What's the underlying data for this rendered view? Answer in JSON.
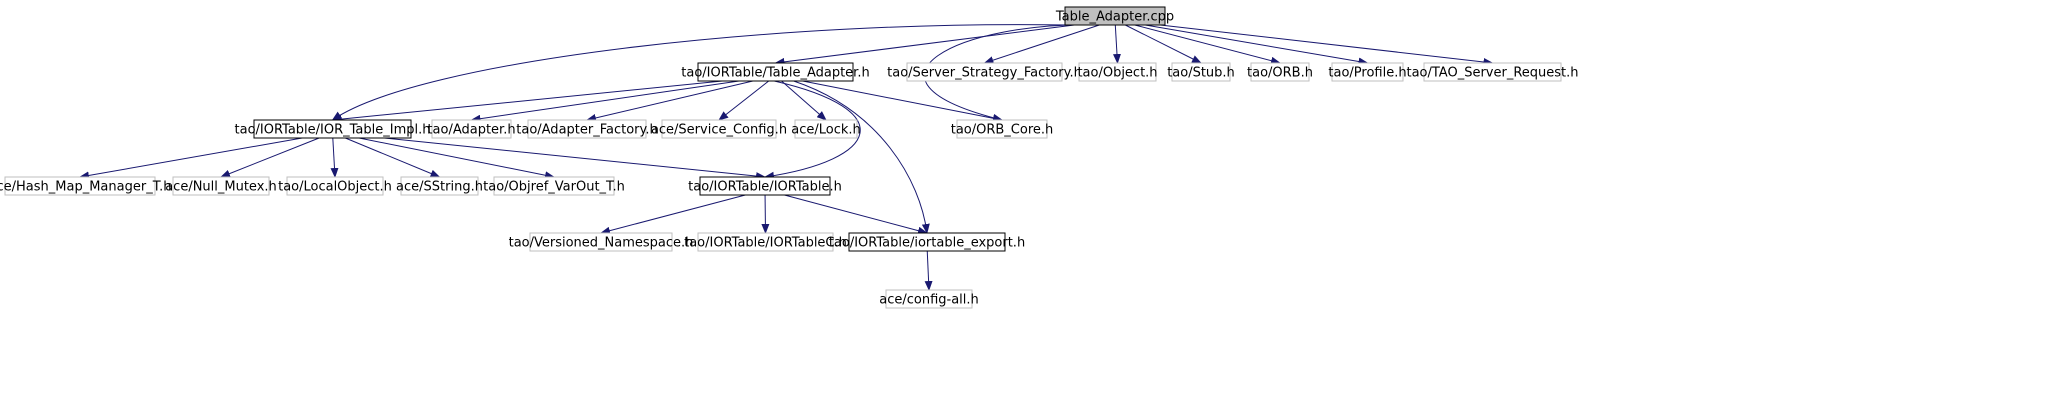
{
  "colors": {
    "root_fill": "#bfbfbf",
    "documented_border": "#000000",
    "external_border": "#bfbfbf",
    "node_fill": "#ffffff",
    "edge": "#191970"
  },
  "nodes": [
    {
      "id": "table_adapter_cpp",
      "label": "Table_Adapter.cpp",
      "kind": "root"
    },
    {
      "id": "table_adapter_h",
      "label": "tao/IORTable/Table_Adapter.h",
      "kind": "documented"
    },
    {
      "id": "server_strategy_factory_h",
      "label": "tao/Server_Strategy_Factory.h",
      "kind": "external"
    },
    {
      "id": "object_h",
      "label": "tao/Object.h",
      "kind": "external"
    },
    {
      "id": "stub_h",
      "label": "tao/Stub.h",
      "kind": "external"
    },
    {
      "id": "orb_h",
      "label": "tao/ORB.h",
      "kind": "external"
    },
    {
      "id": "profile_h",
      "label": "tao/Profile.h",
      "kind": "external"
    },
    {
      "id": "tao_server_request_h",
      "label": "tao/TAO_Server_Request.h",
      "kind": "external"
    },
    {
      "id": "ior_table_impl_h",
      "label": "tao/IORTable/IOR_Table_Impl.h",
      "kind": "documented"
    },
    {
      "id": "adapter_h",
      "label": "tao/Adapter.h",
      "kind": "external"
    },
    {
      "id": "adapter_factory_h",
      "label": "tao/Adapter_Factory.h",
      "kind": "external"
    },
    {
      "id": "service_config_h",
      "label": "ace/Service_Config.h",
      "kind": "external"
    },
    {
      "id": "lock_h",
      "label": "ace/Lock.h",
      "kind": "external"
    },
    {
      "id": "orb_core_h",
      "label": "tao/ORB_Core.h",
      "kind": "external"
    },
    {
      "id": "hash_map_manager_t_h",
      "label": "ace/Hash_Map_Manager_T.h",
      "kind": "external"
    },
    {
      "id": "null_mutex_h",
      "label": "ace/Null_Mutex.h",
      "kind": "external"
    },
    {
      "id": "localobject_h",
      "label": "tao/LocalObject.h",
      "kind": "external"
    },
    {
      "id": "sstring_h",
      "label": "ace/SString.h",
      "kind": "external"
    },
    {
      "id": "objref_varout_t_h",
      "label": "tao/Objref_VarOut_T.h",
      "kind": "external"
    },
    {
      "id": "iortable_h",
      "label": "tao/IORTable/IORTable.h",
      "kind": "documented"
    },
    {
      "id": "versioned_namespace_h",
      "label": "tao/Versioned_Namespace.h",
      "kind": "external"
    },
    {
      "id": "iortablec_h",
      "label": "tao/IORTable/IORTableC.h",
      "kind": "external"
    },
    {
      "id": "iortable_export_h",
      "label": "tao/IORTable/iortable_export.h",
      "kind": "documented"
    },
    {
      "id": "config_all_h",
      "label": "ace/config-all.h",
      "kind": "external"
    }
  ],
  "edges": [
    {
      "from": "table_adapter_cpp",
      "to": "table_adapter_h"
    },
    {
      "from": "table_adapter_cpp",
      "to": "server_strategy_factory_h"
    },
    {
      "from": "table_adapter_cpp",
      "to": "object_h"
    },
    {
      "from": "table_adapter_cpp",
      "to": "stub_h"
    },
    {
      "from": "table_adapter_cpp",
      "to": "orb_h"
    },
    {
      "from": "table_adapter_cpp",
      "to": "profile_h"
    },
    {
      "from": "table_adapter_cpp",
      "to": "tao_server_request_h"
    },
    {
      "from": "table_adapter_cpp",
      "to": "ior_table_impl_h"
    },
    {
      "from": "table_adapter_cpp",
      "to": "orb_core_h"
    },
    {
      "from": "table_adapter_h",
      "to": "ior_table_impl_h"
    },
    {
      "from": "table_adapter_h",
      "to": "adapter_h"
    },
    {
      "from": "table_adapter_h",
      "to": "adapter_factory_h"
    },
    {
      "from": "table_adapter_h",
      "to": "service_config_h"
    },
    {
      "from": "table_adapter_h",
      "to": "lock_h"
    },
    {
      "from": "table_adapter_h",
      "to": "orb_core_h"
    },
    {
      "from": "table_adapter_h",
      "to": "iortable_h"
    },
    {
      "from": "table_adapter_h",
      "to": "iortable_export_h"
    },
    {
      "from": "ior_table_impl_h",
      "to": "hash_map_manager_t_h"
    },
    {
      "from": "ior_table_impl_h",
      "to": "null_mutex_h"
    },
    {
      "from": "ior_table_impl_h",
      "to": "localobject_h"
    },
    {
      "from": "ior_table_impl_h",
      "to": "sstring_h"
    },
    {
      "from": "ior_table_impl_h",
      "to": "objref_varout_t_h"
    },
    {
      "from": "ior_table_impl_h",
      "to": "iortable_h"
    },
    {
      "from": "iortable_h",
      "to": "versioned_namespace_h"
    },
    {
      "from": "iortable_h",
      "to": "iortablec_h"
    },
    {
      "from": "iortable_h",
      "to": "iortable_export_h"
    },
    {
      "from": "iortable_export_h",
      "to": "config_all_h"
    }
  ]
}
